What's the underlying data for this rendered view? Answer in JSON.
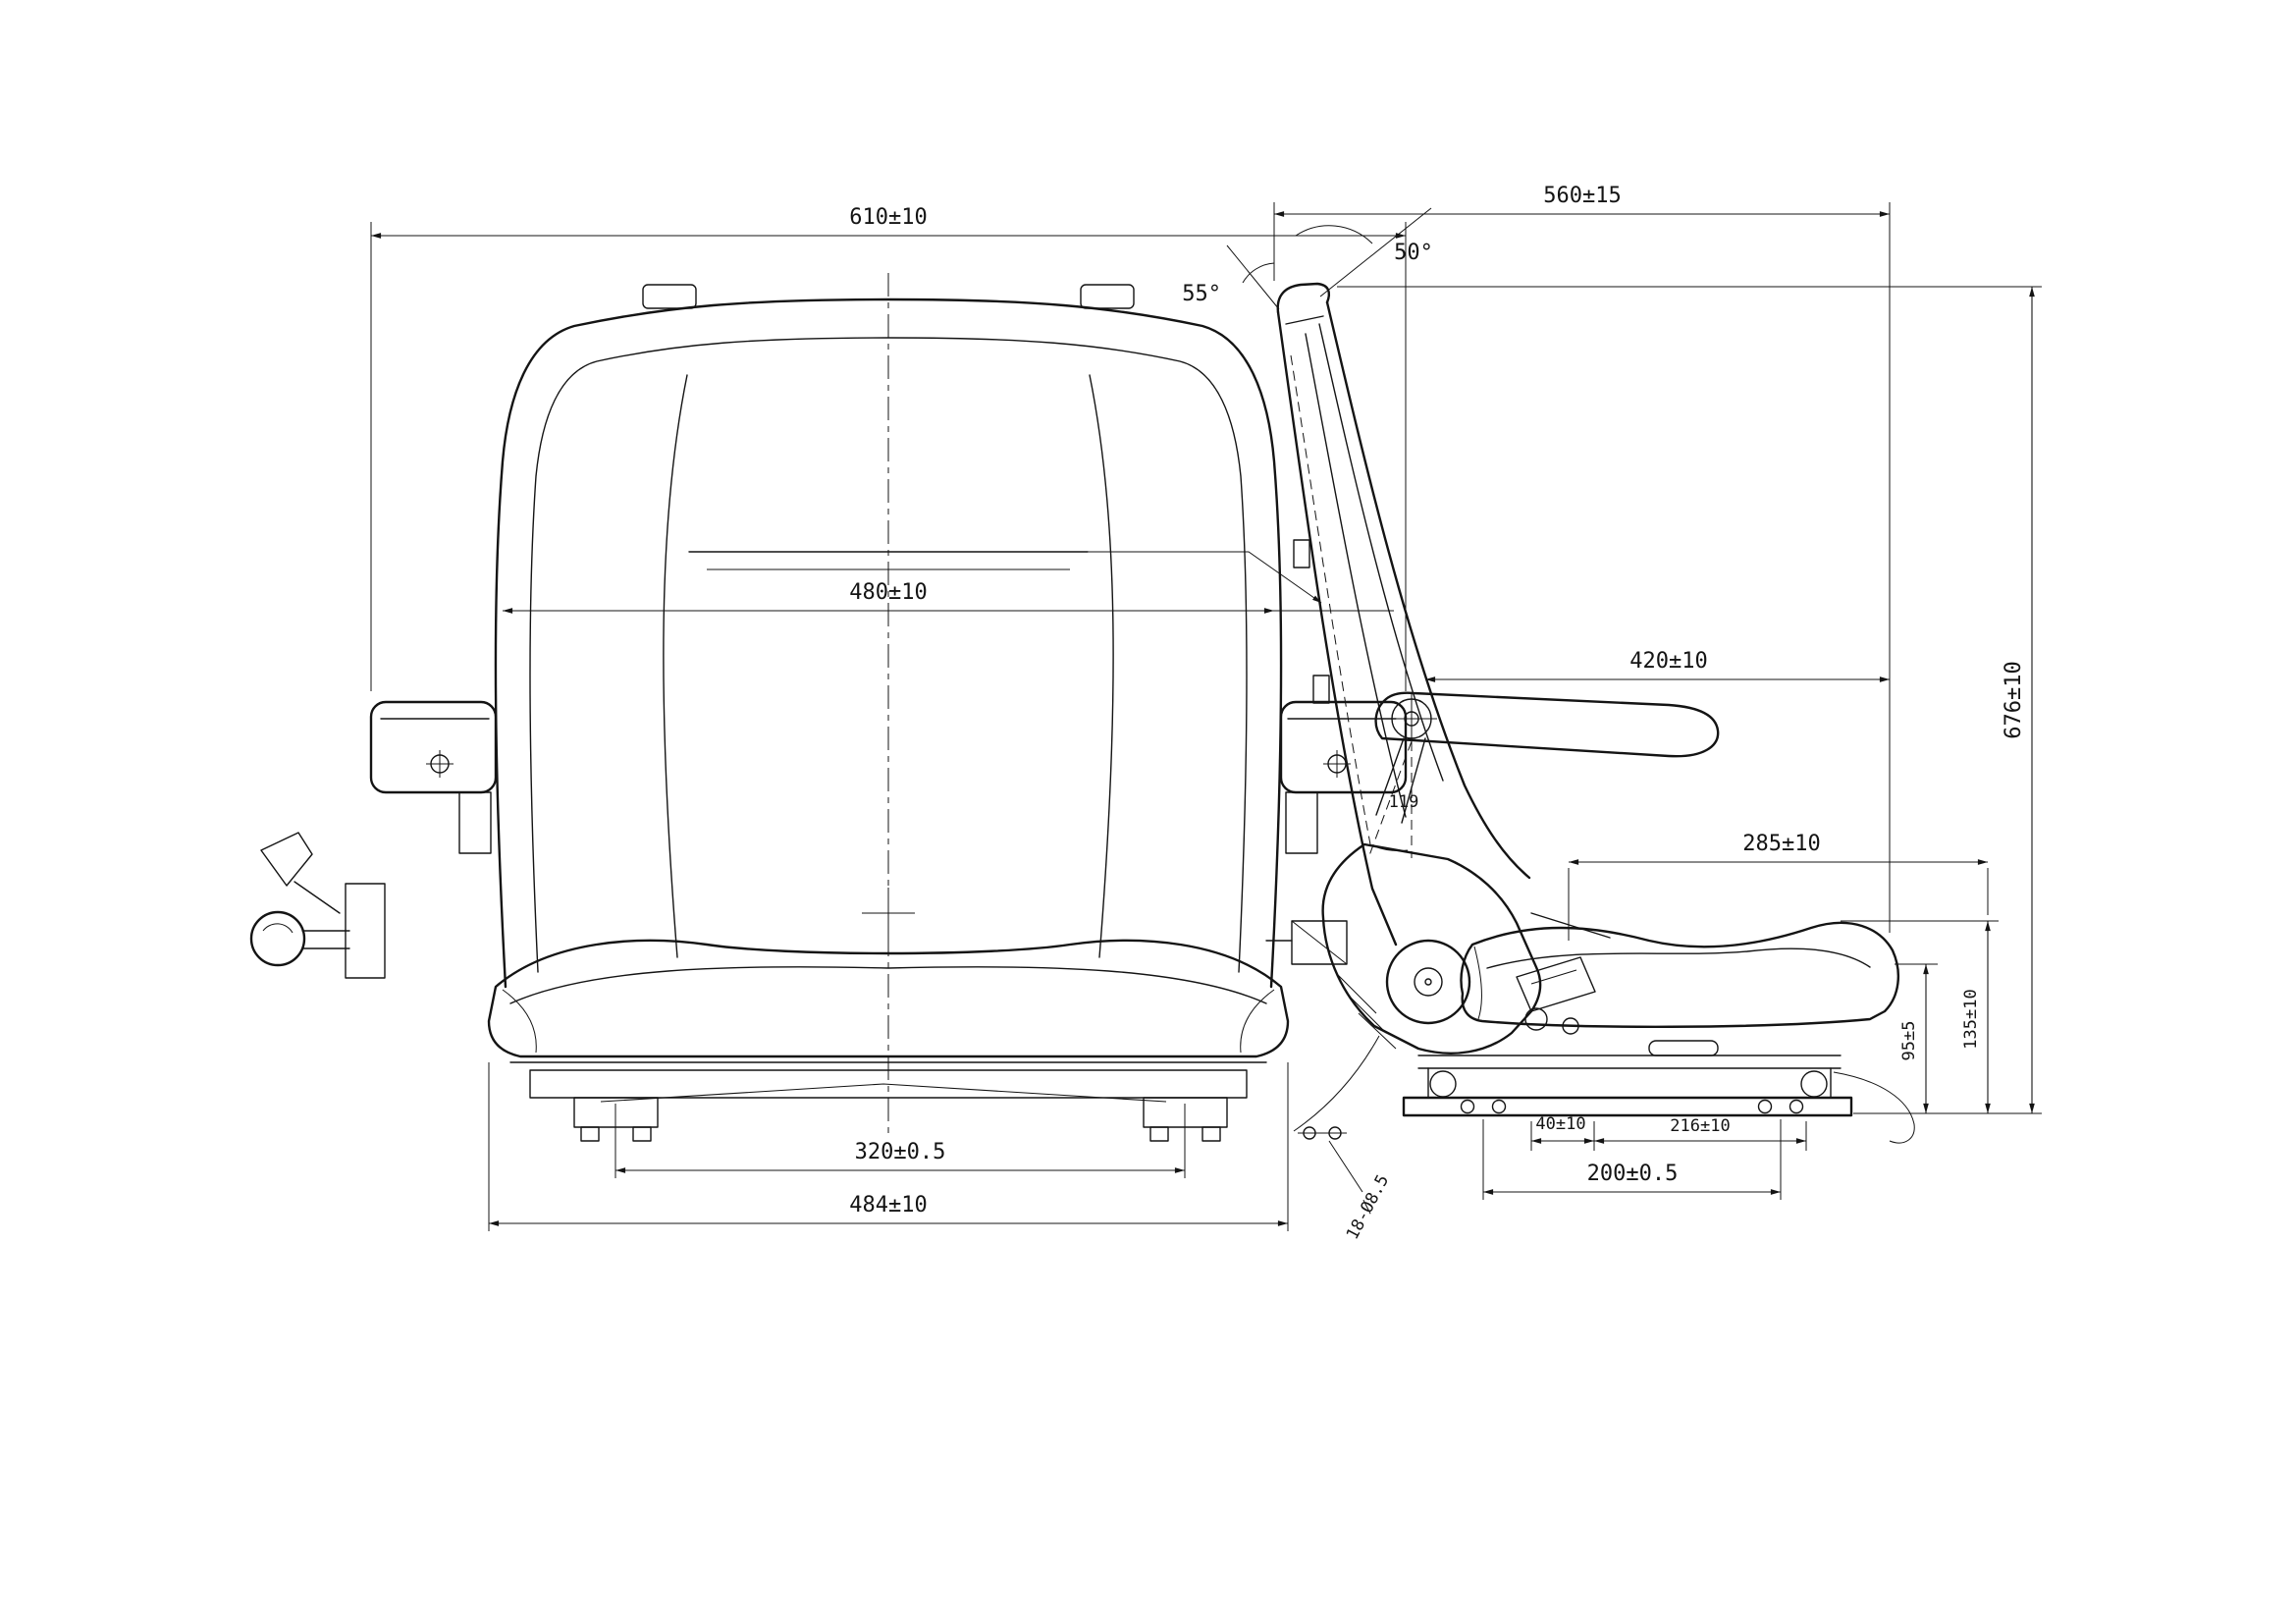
{
  "front_view": {
    "dim_overall_width": "610±10",
    "dim_backrest_width": "480±10",
    "dim_rail_spacing": "320±0.5",
    "dim_base_width": "484±10"
  },
  "side_view": {
    "dim_overall_depth": "560±15",
    "angle_backrest": "50°",
    "angle_top_tip": "55°",
    "dim_back_to_front": "420±10",
    "dim_overall_height": "676±10",
    "dim_cushion_depth": "285±10",
    "dim_front_height": "95±5",
    "dim_cushion_height": "135±10",
    "dim_rail_length": "216±10",
    "dim_hole_spacing": "200±0.5",
    "dim_offset": "40±10",
    "dim_armrest_ref": "119",
    "note_holes": "18-Ø8.5"
  },
  "colors": {
    "background": "#ffffff",
    "line": "#141414"
  }
}
